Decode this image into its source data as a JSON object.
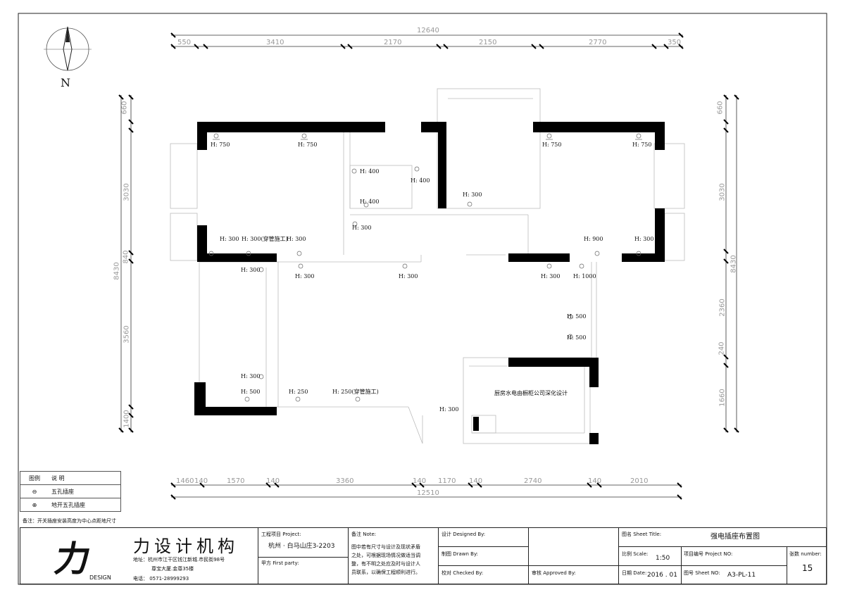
{
  "north_label": "N",
  "dims_top": {
    "total": "12640",
    "segs": [
      "550",
      "3410",
      "2170",
      "2150",
      "2770",
      "350"
    ]
  },
  "dims_bottom": {
    "total": "12510",
    "segs": [
      "1460",
      "1570",
      "3360",
      "1170",
      "2740",
      "2010"
    ],
    "small": [
      "140",
      "140",
      "140",
      "140",
      "140"
    ]
  },
  "dims_left": {
    "total": "8430",
    "segs": [
      "660",
      "3030",
      "840",
      "3560",
      "1400"
    ]
  },
  "dims_right": {
    "total": "8430",
    "segs": [
      "660",
      "3030",
      "2360",
      "240",
      "1660"
    ]
  },
  "socket_labels": [
    "H: 750",
    "H: 750",
    "H: 400",
    "H: 400",
    "H: 400",
    "H: 750",
    "H: 750",
    "H: 300",
    "H: 300",
    "H: 300",
    "H: 300(穿管施工)",
    "H: 300",
    "H: 900",
    "H: 300",
    "H: 300",
    "H: 300",
    "H: 300",
    "H: 300",
    "H: 1000",
    "H: 500",
    "H: 500",
    "H: 300",
    "H: 500",
    "H: 250",
    "H: 250(穿管施工)",
    "H: 300"
  ],
  "kitchen_note": "厨房水电由橱柜公司深化设计",
  "legend": {
    "header_col1": "图例",
    "header_col2": "说    明",
    "item1": "五孔插座",
    "item2": "地开五孔插座"
  },
  "footnote": "备注：开关插座安装高度为中心点距地尺寸",
  "title_block": {
    "logo_text": "力",
    "logo_sub": "DESIGN",
    "company": "力设计机构",
    "address_line1": "地址：杭州市江干区钱江新城.市民街98号",
    "address_line2": "尊宝大厦.金尊35楼",
    "phone": "电话： 0571-28999293",
    "project_label": "工程项目 Project:",
    "project_value": "杭州 · 白马山庄3-2203",
    "party_label": "甲方  First party:",
    "note_label": "备注 Note:",
    "note_text_1": "图中若有尺寸与设计及现状矛盾",
    "note_text_2": "之处，可根据现场情况做适当调",
    "note_text_3": "整，有不明之处应及时与设计人",
    "note_text_4": "员联系，以确保工程顺利进行。",
    "designed_label": "设计 Designed By:",
    "drawn_label": "制图 Drawn By:",
    "checked_label": "校对 Checked By:",
    "approved_label": "审核 Approved By:",
    "sheet_title_label": "图名 Sheet Title:",
    "sheet_title_value": "强电插座布置图",
    "scale_label": "比例 Scale:",
    "scale_value": "1:50",
    "project_no_label": "项目编号 Project NO:",
    "sheets_label": "张数 number:",
    "sheets_value": "15",
    "date_label": "日期 Date:",
    "date_value": "2016 . 01",
    "sheet_no_label": "图号 Sheet NO:",
    "sheet_no_value": "A3-PL-11"
  }
}
